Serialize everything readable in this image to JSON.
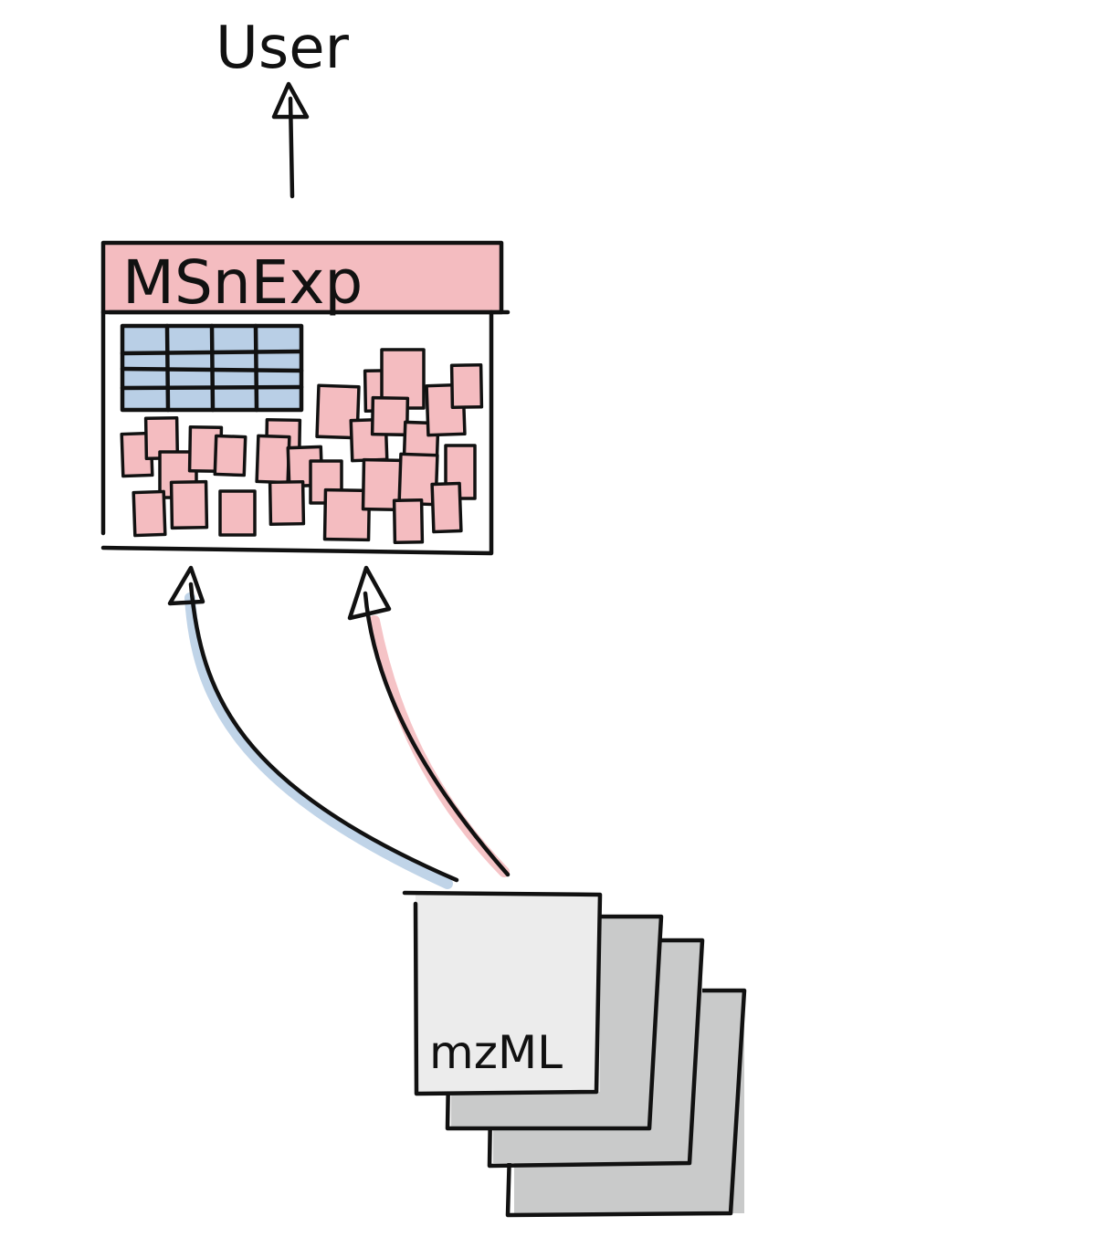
{
  "user_label": "User",
  "object_title": "MSnExp",
  "file_label": "mzML",
  "colors": {
    "header_fill": "#f4bcc0",
    "table_fill": "#b9cfe6",
    "spectrum_fill": "#f4bcc0",
    "front_file_fill": "#ececec",
    "back_file_fill": "#c9caca",
    "blue_arrow_shadow": "#b9cfe6",
    "red_arrow_shadow": "#f4bcc0",
    "ink": "#111111"
  },
  "icons": [
    "up-arrow-icon",
    "table-grid-icon",
    "spectra-cluster-icon",
    "file-stack-icon"
  ]
}
